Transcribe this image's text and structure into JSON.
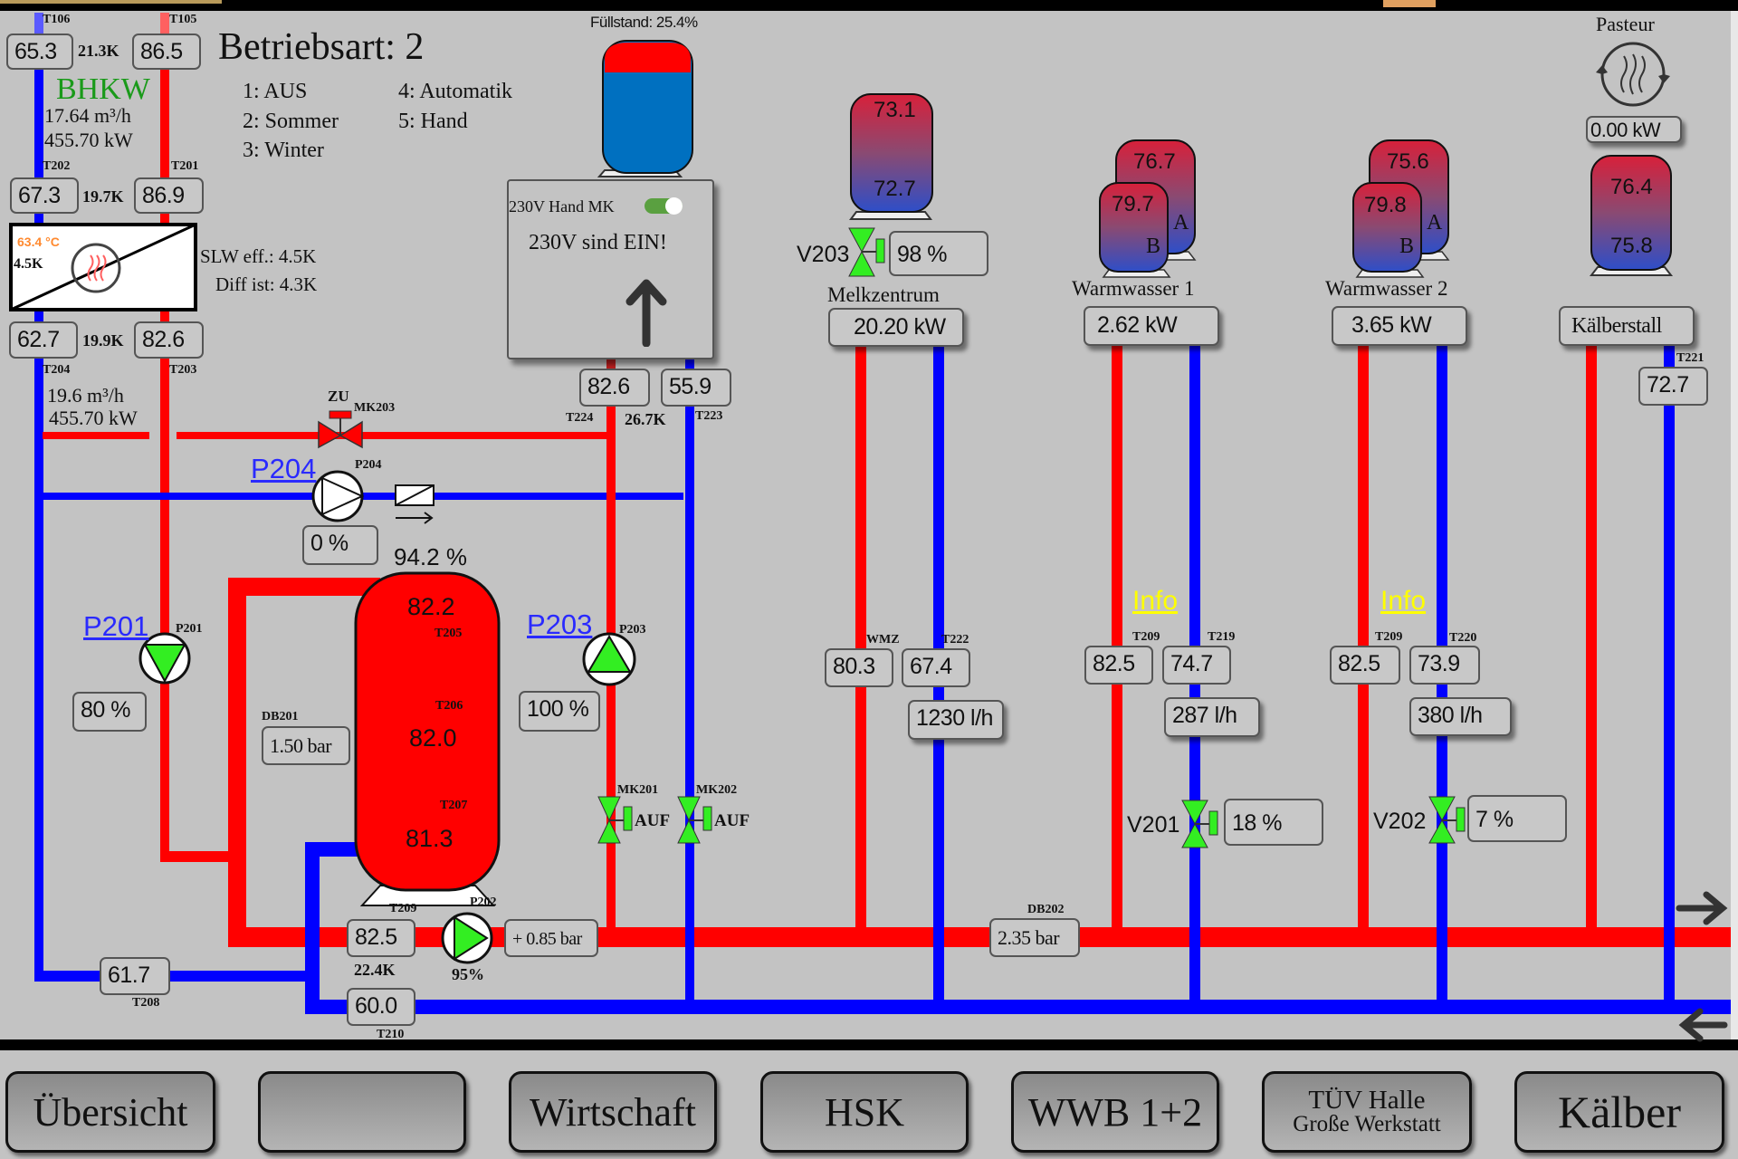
{
  "header": {
    "mode_title": "Betriebsart: 2",
    "fill_level": "Füllstand: 25.4%"
  },
  "modes": [
    "1: AUS",
    "2: Sommer",
    "3: Winter",
    "4: Automatik",
    "5: Hand"
  ],
  "bhkw": {
    "label": "BHKW",
    "T106": {
      "tag": "T106",
      "value": "65.3"
    },
    "T105": {
      "tag": "T105",
      "value": "86.5"
    },
    "delta_top": "21.3K",
    "flow": "17.64 m³/h",
    "power": "455.70 kW",
    "T202": {
      "tag": "T202",
      "value": "67.3"
    },
    "T201": {
      "tag": "T201",
      "value": "86.9"
    },
    "delta_mid": "19.7K",
    "hx_temp": "63.4 °C",
    "hx_delta": "4.5K",
    "slw_eff": "SLW eff.: 4.5K",
    "diff_ist": "Diff ist: 4.3K",
    "T204": {
      "tag": "T204",
      "value": "62.7"
    },
    "T203": {
      "tag": "T203",
      "value": "82.6"
    },
    "delta_bot": "19.9K",
    "flow2": "19.6 m³/h",
    "power2": "455.70 kW"
  },
  "valve_mk203": {
    "state": "ZU",
    "tag": "MK203"
  },
  "pump_p204": {
    "link": "P204",
    "tag": "P204",
    "value": "0 %"
  },
  "pump_p201": {
    "link": "P201",
    "tag": "P201",
    "value": "80 %"
  },
  "pump_p203": {
    "link": "P203",
    "tag": "P203",
    "value": "100 %"
  },
  "pump_p202": {
    "tag": "P202",
    "speed": "95%",
    "pressure": "+ 0.85 bar"
  },
  "buffer": {
    "charge": "94.2 %",
    "T205": {
      "tag": "T205",
      "value": "82.2"
    },
    "T206": {
      "tag": "T206",
      "value": "82.0"
    },
    "T207": {
      "tag": "T207",
      "value": "81.3"
    },
    "DB201": {
      "tag": "DB201",
      "value": "1.50 bar"
    }
  },
  "return": {
    "T209": {
      "tag": "T209",
      "value": "82.5"
    },
    "delta": "22.4K",
    "T208": {
      "tag": "T208",
      "value": "61.7"
    },
    "T210": {
      "tag": "T210",
      "value": "60.0"
    },
    "DB202": {
      "tag": "DB202",
      "value": "2.35 bar"
    }
  },
  "hand_panel": {
    "toggle_label": "230V Hand MK",
    "toggle_on": true,
    "message": "230V sind EIN!"
  },
  "mk_circuit": {
    "T224": {
      "tag": "T224",
      "value": "82.6"
    },
    "T223": {
      "tag": "T223",
      "value": "55.9"
    },
    "delta": "26.7K",
    "MK201": {
      "tag": "MK201",
      "state": "AUF"
    },
    "MK202": {
      "tag": "MK202",
      "state": "AUF"
    }
  },
  "melkzentrum": {
    "label": "Melkzentrum",
    "tank_top": "73.1",
    "tank_bottom": "72.7",
    "valve": {
      "tag": "V203",
      "value": "98 %"
    },
    "power": "20.20 kW",
    "WMZ": {
      "tag": "WMZ",
      "value": "80.3"
    },
    "T222": {
      "tag": "T222",
      "value": "67.4"
    },
    "flow": "1230 l/h"
  },
  "ww1": {
    "label": "Warmwasser 1",
    "tankA_top": "76.7",
    "tankB_top": "79.7",
    "tankA_label": "A",
    "tankB_label": "B",
    "power": "2.62 kW",
    "info": "Info",
    "T209": {
      "tag": "T209",
      "value": "82.5"
    },
    "T219": {
      "tag": "T219",
      "value": "74.7"
    },
    "flow": "287 l/h",
    "valve": {
      "tag": "V201",
      "value": "18 %"
    }
  },
  "ww2": {
    "label": "Warmwasser 2",
    "tankA_top": "75.6",
    "tankB_top": "79.8",
    "tankA_label": "A",
    "tankB_label": "B",
    "power": "3.65 kW",
    "info": "Info",
    "T209": {
      "tag": "T209",
      "value": "82.5"
    },
    "T220": {
      "tag": "T220",
      "value": "73.9"
    },
    "flow": "380 l/h",
    "valve": {
      "tag": "V202",
      "value": "7 %"
    }
  },
  "pasteur": {
    "label": "Pasteur",
    "power": "0.00 kW",
    "tank_top": "76.4",
    "tank_bottom": "75.8"
  },
  "kaelberstall": {
    "label": "Kälberstall",
    "T221": {
      "tag": "T221",
      "value": "72.7"
    }
  },
  "nav": [
    "Übersicht",
    "",
    "Wirtschaft",
    "HSK",
    "WWB 1+2",
    "TÜV Halle",
    "Große Werkstatt",
    "Kälber"
  ],
  "colors": {
    "supply": "#ff0000",
    "return": "#0000ff",
    "background": "#c3c3c3",
    "valve_open": "#33ee22",
    "link": "#2a2aff",
    "info": "#ffff00"
  }
}
